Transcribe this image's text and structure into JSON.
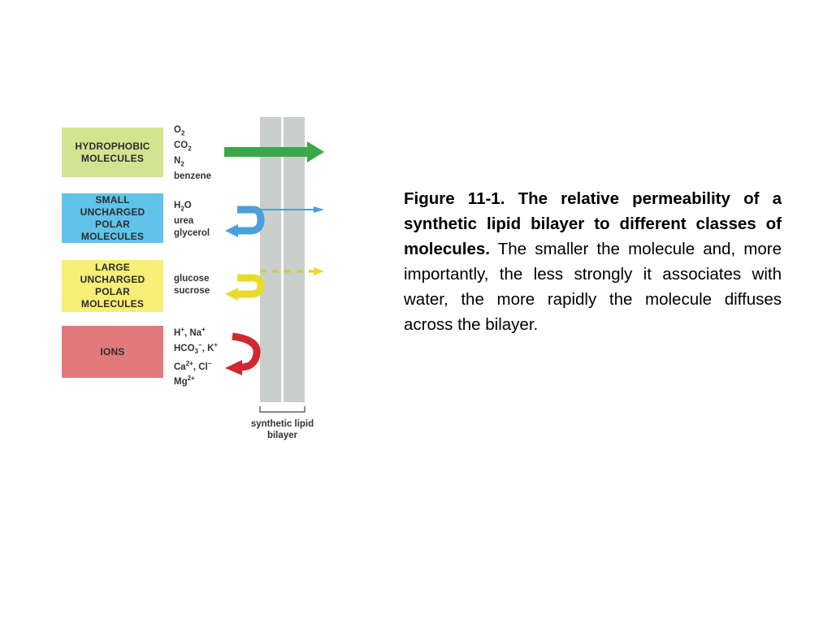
{
  "categories": [
    {
      "label": "HYDROPHOBIC MOLECULES",
      "color": "#d3e38f",
      "molecules": [
        "O2",
        "CO2",
        "N2",
        "benzene"
      ],
      "arrow_color": "#3aa84a",
      "outcome": "crosses"
    },
    {
      "label": "SMALL UNCHARGED POLAR MOLECULES",
      "color": "#5fc3ea",
      "molecules": [
        "H2O",
        "urea",
        "glycerol"
      ],
      "arrow_color": "#4a9fdc",
      "outcome": "mostly reflected, some crosses"
    },
    {
      "label": "LARGE UNCHARGED POLAR MOLECULES",
      "color": "#f7ee75",
      "molecules": [
        "glucose",
        "sucrose"
      ],
      "arrow_color": "#f0e43c",
      "outcome": "mostly reflected, trace crosses"
    },
    {
      "label": "IONS",
      "color": "#e2797a",
      "molecules": [
        "H+, Na+",
        "HCO3−, K+",
        "Ca2+, Cl−",
        "Mg2+"
      ],
      "arrow_color": "#d0282e",
      "outcome": "reflected"
    }
  ],
  "bilayer": {
    "label": "synthetic lipid bilayer",
    "color": "#c9cfcc"
  },
  "caption": {
    "bold": "Figure 11-1. The relative permeability of a synthetic lipid bilayer to different classes of molecules.",
    "normal": "The smaller the molecule and, more importantly, the less strongly it associates with water, the more rapidly the molecule diffuses across the bilayer."
  }
}
